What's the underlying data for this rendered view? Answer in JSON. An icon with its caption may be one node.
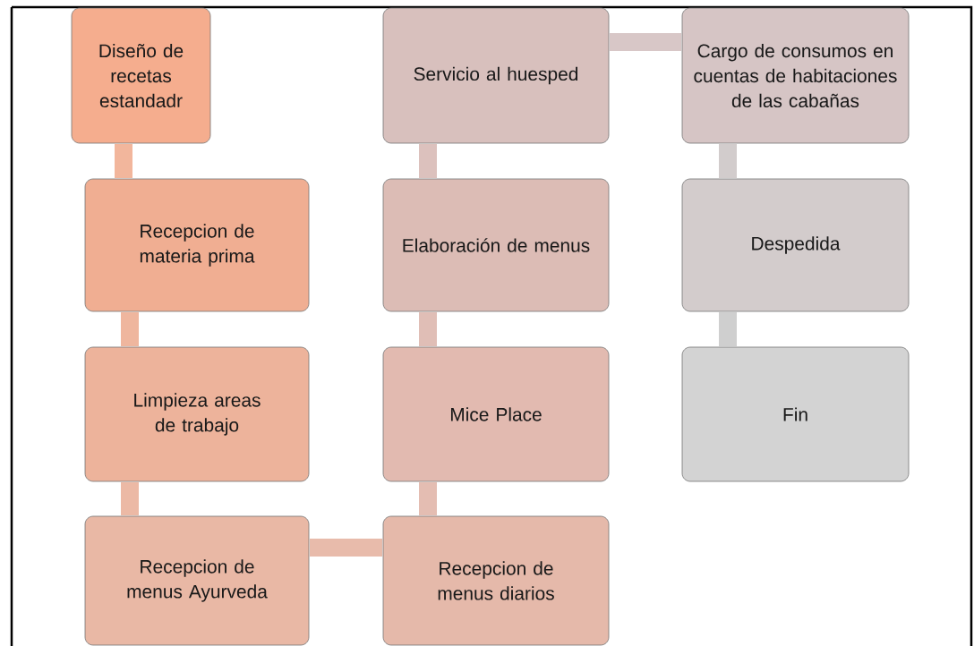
{
  "diagram": {
    "nodes": [
      {
        "text": [
          "Diseño de recetas estandadr"
        ]
      },
      {
        "text": [
          "Recepcion de materia prima"
        ]
      },
      {
        "text": [
          "Limpieza areas de trabajo"
        ]
      },
      {
        "text": [
          "Recepcion de menus Ayurveda"
        ]
      },
      {
        "text": [
          "Recepcion de menus diarios"
        ]
      },
      {
        "text": [
          "Mice Place"
        ]
      },
      {
        "text": [
          "Elaboración de menus"
        ]
      },
      {
        "text": [
          "Servicio al huesped"
        ]
      },
      {
        "text": [
          "Cargo de consumos en cuentas de habitaciones de las cabañas"
        ]
      },
      {
        "text": [
          "Despedida"
        ]
      },
      {
        "text": [
          "Fin"
        ]
      }
    ],
    "edges": [
      {
        "from": 0,
        "to": 1,
        "arrow": "none"
      },
      {
        "from": 1,
        "to": 2,
        "arrow": "none"
      },
      {
        "from": 2,
        "to": 3,
        "arrow": "none"
      },
      {
        "from": 3,
        "to": 4,
        "arrow": "none"
      },
      {
        "from": 4,
        "to": 5,
        "arrow": "none"
      },
      {
        "from": 5,
        "to": 6,
        "arrow": "none"
      },
      {
        "from": 6,
        "to": 7,
        "arrow": "none"
      },
      {
        "from": 7,
        "to": 8,
        "arrow": "none"
      },
      {
        "from": 8,
        "to": 9,
        "arrow": "none"
      },
      {
        "from": 9,
        "to": 10,
        "arrow": "none"
      }
    ]
  }
}
